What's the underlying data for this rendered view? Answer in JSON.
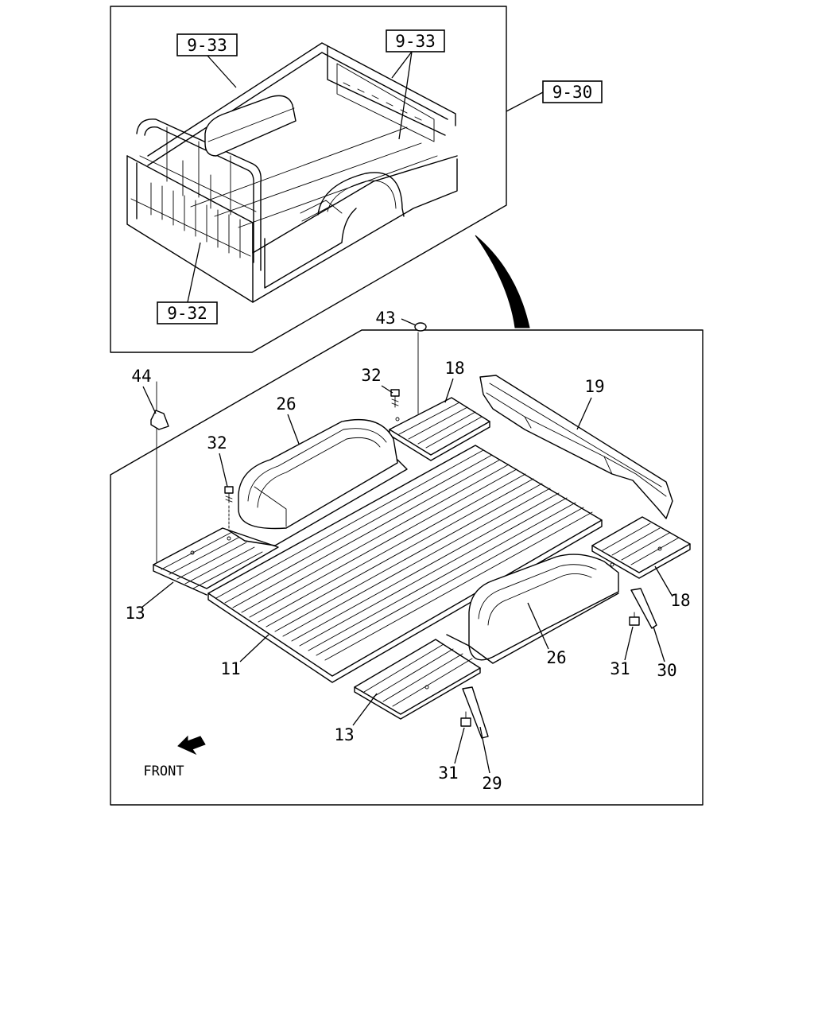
{
  "ref_boxes": [
    "9-33",
    "9-33",
    "9-30",
    "9-32"
  ],
  "callouts": {
    "c43": "43",
    "c44": "44",
    "c32a": "32",
    "c32b": "32",
    "c18a": "18",
    "c18b": "18",
    "c19": "19",
    "c26a": "26",
    "c26b": "26",
    "c13a": "13",
    "c13b": "13",
    "c11": "11",
    "c31a": "31",
    "c31b": "31",
    "c30": "30",
    "c29": "29"
  },
  "front_label": "FRONT"
}
